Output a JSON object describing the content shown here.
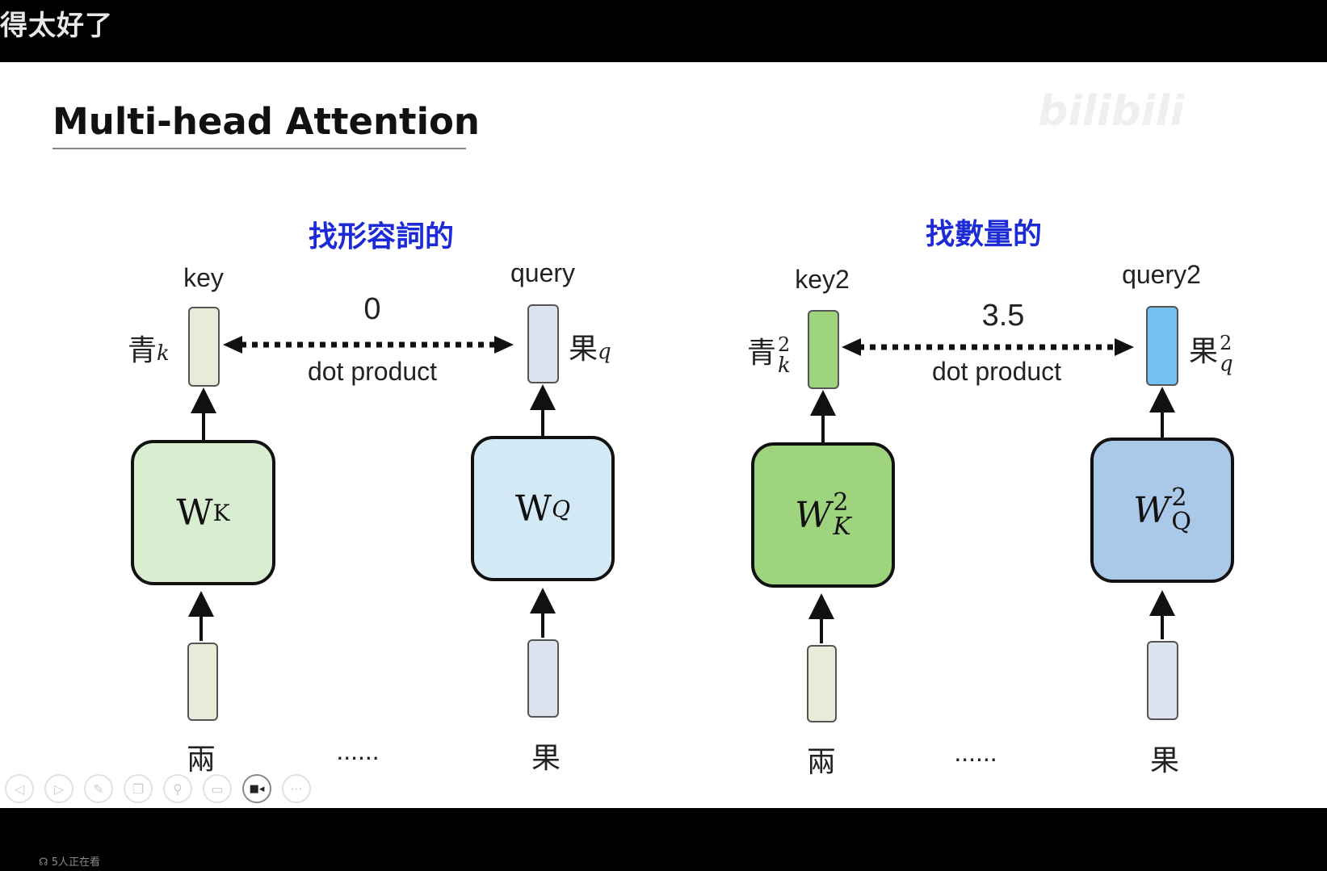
{
  "video_caption": "得太好了",
  "slide": {
    "title": "Multi-head Attention",
    "watermark_logo": "bilibili",
    "left_head": {
      "heading": "找形容詞的",
      "key_label": "key",
      "query_label": "query",
      "key_symbol": "青",
      "key_sub": "k",
      "query_symbol": "果",
      "query_sub": "q",
      "score": "0",
      "op_label": "dot product",
      "wk": "W",
      "wk_sub": "K",
      "wq": "W",
      "wq_sub": "Q",
      "input_left": "兩",
      "input_right": "果",
      "ellipsis": "......",
      "colors": {
        "key_vec": "#e6ecd8",
        "query_vec": "#dde2ef",
        "wk_box": "#d9eed0",
        "wq_box": "#d3e9f6"
      }
    },
    "right_head": {
      "heading": "找數量的",
      "key_label": "key2",
      "query_label": "query2",
      "key_symbol": "青",
      "key_sup": "2",
      "key_sub": "k",
      "query_symbol": "果",
      "query_sup": "2",
      "query_sub": "q",
      "score": "3.5",
      "op_label": "dot product",
      "wk": "W",
      "wk_sup": "2",
      "wk_sub": "K",
      "wq": "W",
      "wq_sup": "2",
      "wq_sub": "Q",
      "input_left": "兩",
      "input_right": "果",
      "ellipsis": "......",
      "colors": {
        "key_vec": "#9ed47e",
        "query_vec": "#73c1ee",
        "wk_box": "#9fd47f",
        "wq_box": "#aac8e8"
      }
    }
  },
  "player_toolbar": [
    {
      "icon": "previous-icon",
      "glyph": "◁"
    },
    {
      "icon": "next-icon",
      "glyph": "▷"
    },
    {
      "icon": "pen-icon",
      "glyph": "✎"
    },
    {
      "icon": "copy-icon",
      "glyph": "❐"
    },
    {
      "icon": "zoom-icon",
      "glyph": "⚲"
    },
    {
      "icon": "subtitle-icon",
      "glyph": "▭"
    },
    {
      "icon": "camera-icon",
      "glyph": "■◂",
      "active": true
    },
    {
      "icon": "more-icon",
      "glyph": "···"
    }
  ],
  "viewers": "5人正在看"
}
